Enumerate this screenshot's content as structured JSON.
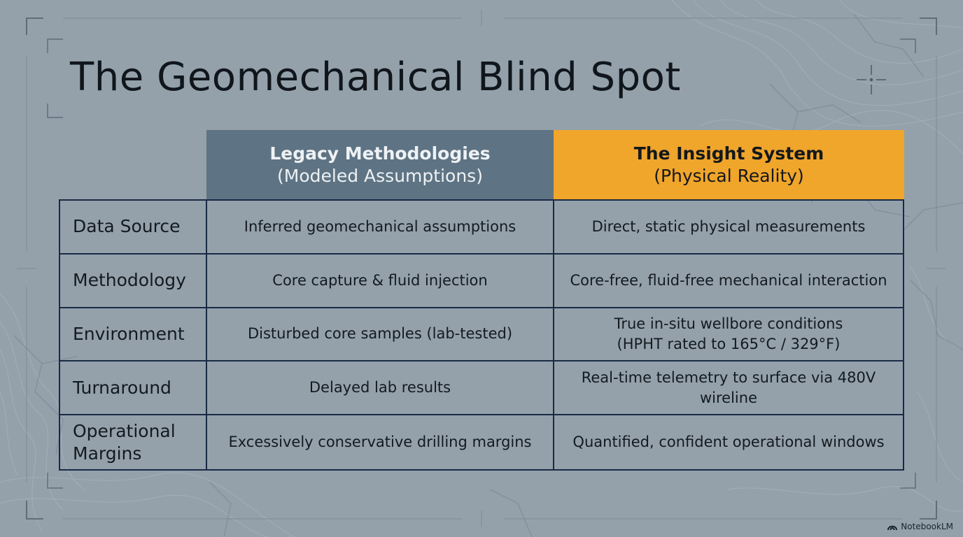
{
  "title": "The Geomechanical Blind Spot",
  "table": {
    "headers": [
      {
        "title": "Legacy Methodologies",
        "subtitle": "(Modeled Assumptions)"
      },
      {
        "title": "The Insight System",
        "subtitle": "(Physical Reality)"
      }
    ],
    "rows": [
      {
        "label": "Data Source",
        "legacy": "Inferred geomechanical assumptions",
        "insight": "Direct, static physical measurements"
      },
      {
        "label": "Methodology",
        "legacy": "Core capture & fluid injection",
        "insight": "Core-free, fluid-free mechanical interaction"
      },
      {
        "label": "Environment",
        "legacy": "Disturbed core samples (lab-tested)",
        "insight": "True in-situ wellbore conditions\n(HPHT rated to 165°C / 329°F)"
      },
      {
        "label": "Turnaround",
        "legacy": "Delayed lab results",
        "insight": "Real-time telemetry to surface via 480V\nwireline"
      },
      {
        "label": "Operational\nMargins",
        "legacy": "Excessively conservative drilling margins",
        "insight": "Quantified, confident operational windows"
      }
    ]
  },
  "branding": {
    "icon": "notebooklm-icon",
    "label": "NotebookLM"
  },
  "colors": {
    "background": "#94a1ab",
    "legacy_header": "#5e7383",
    "insight_header": "#f0a52b",
    "grid_line": "#1a2a45"
  }
}
